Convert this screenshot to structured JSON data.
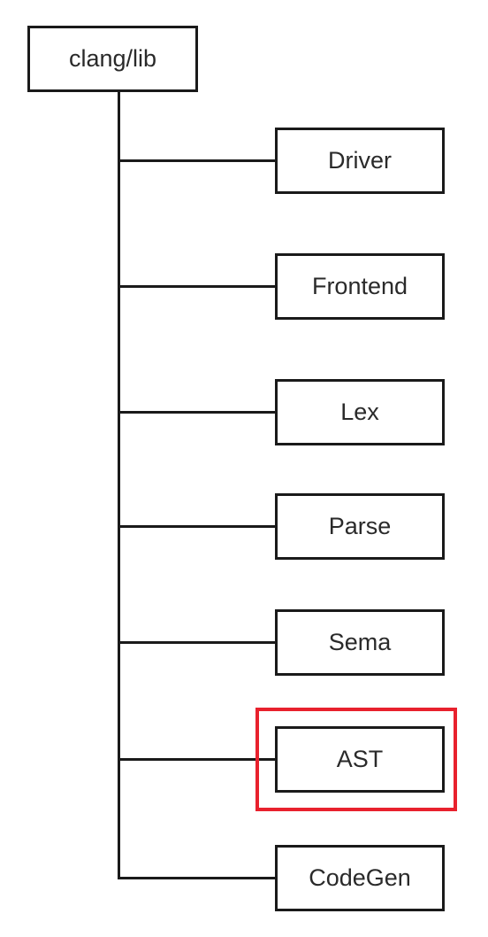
{
  "diagram": {
    "root": {
      "label": "clang/lib"
    },
    "children": [
      {
        "label": "Driver"
      },
      {
        "label": "Frontend"
      },
      {
        "label": "Lex"
      },
      {
        "label": "Parse"
      },
      {
        "label": "Sema"
      },
      {
        "label": "AST"
      },
      {
        "label": "CodeGen"
      }
    ],
    "highlighted_child": "AST",
    "colors": {
      "line": "#1a1a1a",
      "highlight": "#e8212d",
      "background": "#ffffff"
    }
  }
}
